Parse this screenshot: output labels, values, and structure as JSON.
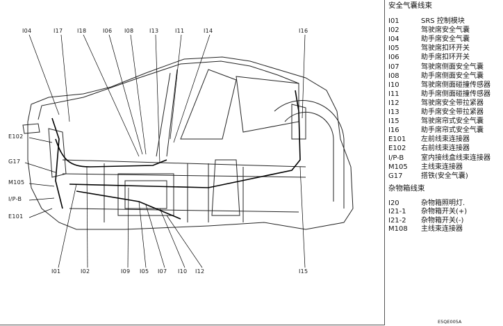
{
  "diagram": {
    "callouts_top": [
      "I04",
      "I17",
      "I18",
      "I06",
      "I08",
      "I13",
      "I11",
      "I14",
      "I16"
    ],
    "callouts_left": [
      "E102",
      "G17",
      "M105",
      "I/P-B",
      "E101"
    ],
    "callouts_bottom": [
      "I01",
      "I02",
      "I09",
      "I05",
      "I07",
      "I10",
      "I12",
      "I15"
    ],
    "doc_id": "E5QE005A"
  },
  "legend_airbag": {
    "title": "安全气囊线束",
    "items": [
      {
        "code": "I01",
        "desc": "SRS 控制模块"
      },
      {
        "code": "I02",
        "desc": "驾驶席安全气囊"
      },
      {
        "code": "I04",
        "desc": "助手席安全气囊"
      },
      {
        "code": "I05",
        "desc": "驾驶席扣环开关"
      },
      {
        "code": "I06",
        "desc": "助手席扣环开关"
      },
      {
        "code": "I07",
        "desc": "驾驶席侧面安全气囊"
      },
      {
        "code": "I08",
        "desc": "助手席侧面安全气囊"
      },
      {
        "code": "I10",
        "desc": "驾驶席侧面碰撞传感器"
      },
      {
        "code": "I11",
        "desc": "助手席侧面碰撞传感器"
      },
      {
        "code": "I12",
        "desc": "驾驶席安全带拉紧器"
      },
      {
        "code": "I13",
        "desc": "助手席安全带拉紧器"
      },
      {
        "code": "I15",
        "desc": "驾驶席帘式安全气囊"
      },
      {
        "code": "I16",
        "desc": "助手席帘式安全气囊"
      },
      {
        "code": "E101",
        "desc": "左前线束连接器"
      },
      {
        "code": "E102",
        "desc": "右前线束连接器"
      },
      {
        "code": "I/P-B",
        "desc": "室内接线盒线束连接器"
      },
      {
        "code": "M105",
        "desc": "主线束连接器"
      },
      {
        "code": "G17",
        "desc": "搭铁(安全气囊)"
      }
    ]
  },
  "legend_glovebox": {
    "title": "杂物箱线束",
    "items": [
      {
        "code": "I20",
        "desc": "杂物箱照明灯."
      },
      {
        "code": "I21-1",
        "desc": "杂物箱开关(+)"
      },
      {
        "code": "I21-2",
        "desc": "杂物箱开关(-)"
      },
      {
        "code": "M108",
        "desc": "主线束连接器"
      }
    ]
  }
}
